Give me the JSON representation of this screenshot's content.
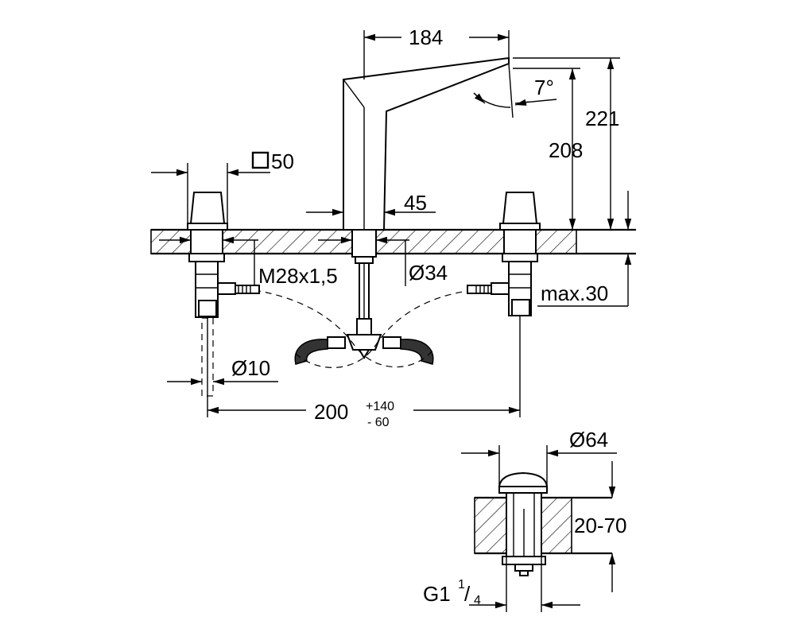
{
  "dimensions": {
    "spout_reach": "184",
    "spout_angle": "7°",
    "total_height": "221",
    "spout_height": "208",
    "handle_square": "50",
    "spout_base": "45",
    "thread": "M28x1,5",
    "hole_diameter": "Ø34",
    "max_thickness": "max.30",
    "pipe_diameter": "Ø10",
    "spread_nominal": "200",
    "spread_plus": "+140",
    "spread_minus": "-  60",
    "waste_diameter": "Ø64",
    "waste_range": "20-70",
    "waste_thread_main": "G1",
    "waste_thread_num": "1",
    "waste_thread_den": "/",
    "waste_thread_den_num": "4"
  }
}
